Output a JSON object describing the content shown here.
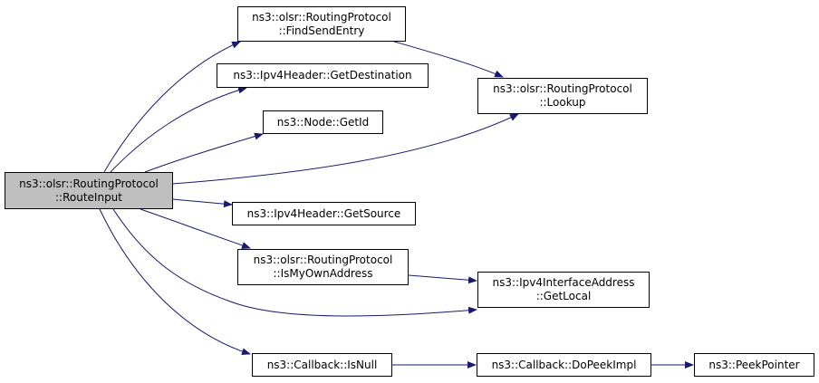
{
  "nodes": {
    "route_input": {
      "line1": "ns3::olsr::RoutingProtocol",
      "line2": "::RouteInput"
    },
    "find_send_entry": {
      "line1": "ns3::olsr::RoutingProtocol",
      "line2": "::FindSendEntry"
    },
    "get_destination": {
      "line1": "ns3::Ipv4Header::GetDestination"
    },
    "lookup": {
      "line1": "ns3::olsr::RoutingProtocol",
      "line2": "::Lookup"
    },
    "get_id": {
      "line1": "ns3::Node::GetId"
    },
    "get_source": {
      "line1": "ns3::Ipv4Header::GetSource"
    },
    "is_my_own_address": {
      "line1": "ns3::olsr::RoutingProtocol",
      "line2": "::IsMyOwnAddress"
    },
    "get_local": {
      "line1": "ns3::Ipv4InterfaceAddress",
      "line2": "::GetLocal"
    },
    "is_null": {
      "line1": "ns3::Callback::IsNull"
    },
    "do_peek_impl": {
      "line1": "ns3::Callback::DoPeekImpl"
    },
    "peek_pointer": {
      "line1": "ns3::PeekPointer"
    }
  },
  "colors": {
    "edge": "#191970",
    "root_fill": "#bfbfbf",
    "node_fill": "#ffffff",
    "border": "#000000"
  }
}
